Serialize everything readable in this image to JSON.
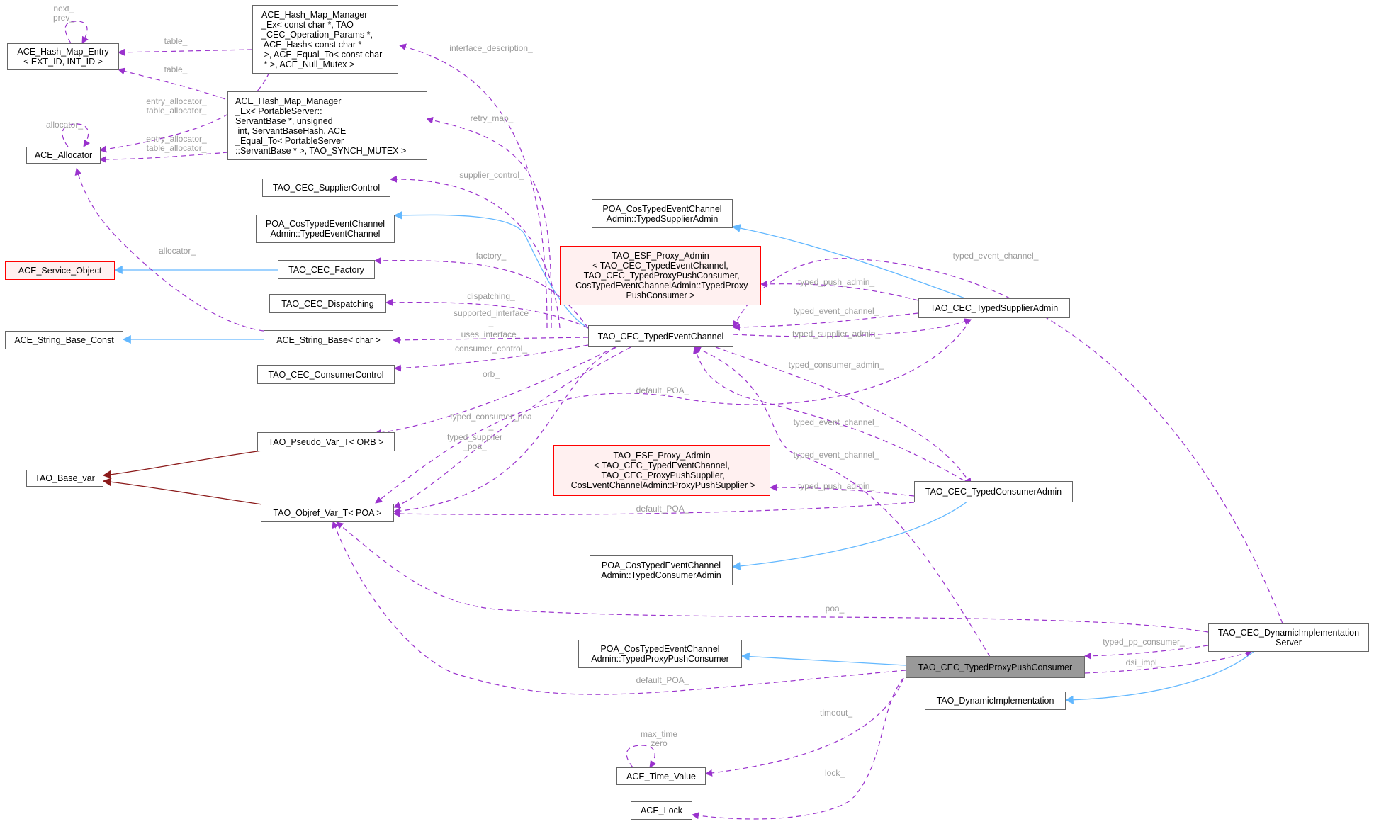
{
  "colors": {
    "usage_edge": "#9a32cd",
    "inherit_edge": "#63b8ff",
    "strong_inherit_edge": "#8b1a1a",
    "edge_label": "#9a9a9a",
    "node_border": "#666666",
    "truncated_border": "#ff0000",
    "truncated_fill": "#fff0f0",
    "focus_fill": "#999999"
  },
  "nodes": {
    "hash_map_entry": "ACE_Hash_Map_Entry\n< EXT_ID, INT_ID >",
    "ace_allocator": "ACE_Allocator",
    "ace_service_object": "ACE_Service_Object",
    "ace_string_base_const": "ACE_String_Base_Const",
    "tao_base_var": "TAO_Base_var",
    "hash_map_manager_ops": "ACE_Hash_Map_Manager\n_Ex< const char *, TAO\n_CEC_Operation_Params *,\n ACE_Hash< const char *\n >, ACE_Equal_To< const char\n * >, ACE_Null_Mutex >",
    "hash_map_manager_servant": "ACE_Hash_Map_Manager\n_Ex< PortableServer::\nServantBase *, unsigned\n int, ServantBaseHash, ACE\n_Equal_To< PortableServer\n::ServantBase * >, TAO_SYNCH_MUTEX >",
    "supplier_control": "TAO_CEC_SupplierControl",
    "poa_typed_event_channel": "POA_CosTypedEventChannel\nAdmin::TypedEventChannel",
    "cec_factory": "TAO_CEC_Factory",
    "cec_dispatching": "TAO_CEC_Dispatching",
    "string_base_char": "ACE_String_Base< char >",
    "consumer_control": "TAO_CEC_ConsumerControl",
    "pseudo_var_orb": "TAO_Pseudo_Var_T< ORB >",
    "objref_var_poa": "TAO_Objref_Var_T< POA >",
    "poa_typed_supplier_admin": "POA_CosTypedEventChannel\nAdmin::TypedSupplierAdmin",
    "esf_proxy_admin_push_consumer": "TAO_ESF_Proxy_Admin\n< TAO_CEC_TypedEventChannel,\n TAO_CEC_TypedProxyPushConsumer,\n CosTypedEventChannelAdmin::TypedProxy\nPushConsumer >",
    "typed_event_channel": "TAO_CEC_TypedEventChannel",
    "typed_supplier_admin": "TAO_CEC_TypedSupplierAdmin",
    "esf_proxy_admin_push_supplier": "TAO_ESF_Proxy_Admin\n< TAO_CEC_TypedEventChannel,\n TAO_CEC_ProxyPushSupplier,\n CosEventChannelAdmin::ProxyPushSupplier >",
    "typed_consumer_admin": "TAO_CEC_TypedConsumerAdmin",
    "poa_typed_consumer_admin": "POA_CosTypedEventChannel\nAdmin::TypedConsumerAdmin",
    "poa_typed_proxy_push_consumer": "POA_CosTypedEventChannel\nAdmin::TypedProxyPushConsumer",
    "typed_proxy_push_consumer": "TAO_CEC_TypedProxyPushConsumer",
    "dynamic_implementation_server": "TAO_CEC_DynamicImplementation\nServer",
    "tao_dynamic_implementation": "TAO_DynamicImplementation",
    "ace_time_value": "ACE_Time_Value",
    "ace_lock": "ACE_Lock"
  },
  "edge_labels": {
    "next_prev": "next_\nprev_",
    "table_1": "table_",
    "table_2": "table_",
    "allocator_self": "allocator_",
    "entry_alloc_1": "entry_allocator_\ntable_allocator_",
    "entry_alloc_2": "entry_allocator_\ntable_allocator_",
    "allocator_string": "allocator_",
    "interface_description": "interface_description_",
    "retry_map": "retry_map_",
    "supplier_control": "supplier_control_",
    "factory": "factory_",
    "dispatching": "dispatching_",
    "supported_interface": "supported_interface\n_",
    "uses_interface": "uses_interface_",
    "consumer_control": "consumer_control_",
    "orb": "orb_",
    "typed_consumer_poa": "typed_consumer_poa\n_",
    "typed_supplier_poa": "typed_supplier\n_poa_",
    "default_poa_1": "default_POA_",
    "default_poa_2": "default_POA_",
    "default_poa_3": "default_POA_",
    "typed_push_admin_1": "typed_push_admin_",
    "typed_push_admin_2": "typed_push_admin_",
    "typed_event_channel_1": "typed_event_channel_",
    "typed_event_channel_2": "typed_event_channel_",
    "typed_event_channel_3": "typed_event_channel_",
    "typed_event_channel_4": "typed_event_channel_",
    "typed_supplier_admin": "typed_supplier_admin_",
    "typed_consumer_admin": "typed_consumer_admin_",
    "poa": "poa_",
    "typed_pp_consumer": "typed_pp_consumer_",
    "dsi_impl": "dsi_impl_",
    "timeout": "timeout_",
    "max_time_zero": "max_time\nzero",
    "lock": "lock_"
  }
}
